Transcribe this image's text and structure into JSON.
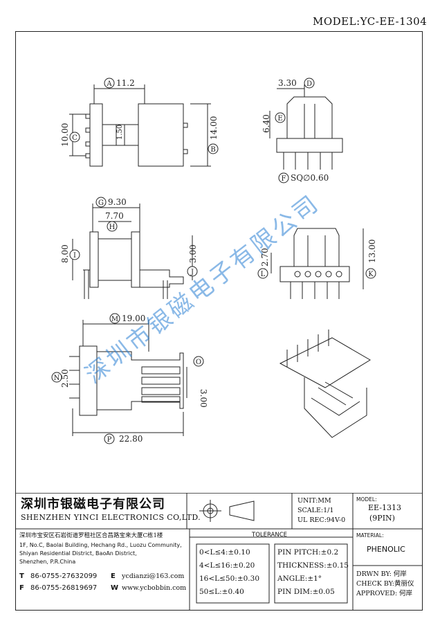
{
  "model_label": "MODEL:YC-EE-1304",
  "watermark": "深圳市银磁电子有限公司",
  "dimensions": {
    "A": "11.2",
    "B": "14.00",
    "C": "10.00",
    "center": "1.50",
    "D": "3.30",
    "E": "6.40",
    "F": "SQ∅0.60",
    "G": "9.30",
    "H": "7.70",
    "I": "8.00",
    "J": "3.00",
    "K": "13.00",
    "L": "2.70",
    "M": "19.00",
    "N": "2.50",
    "O": "3.00",
    "P": "22.80"
  },
  "circle_letters": [
    "A",
    "B",
    "C",
    "D",
    "E",
    "F",
    "G",
    "H",
    "I",
    "J",
    "K",
    "L",
    "M",
    "N",
    "O",
    "P"
  ],
  "company": {
    "name_cn": "深圳市银磁电子有限公司",
    "name_en": "SHENZHEN YINCI ELECTRONICS CO,LTD.",
    "address_cn": "深圳市宝安区石岩街道罗租社区合昌路宝来大厦C栋1楼",
    "address_en_1": "1F, No.C, Baolai Building, Hechang Rd., Luozu Community,",
    "address_en_2": "Shiyan Residential District, BaoAn District,",
    "address_en_3": "Shenzhen, P.R.China",
    "tel_label": "T",
    "tel": "86-0755-27632099",
    "fax_label": "F",
    "fax": "86-0755-26819697",
    "email_label": "E",
    "email": "ycdianzi@163.com",
    "web_label": "W",
    "web": "www.ycbobbin.com"
  },
  "specs": {
    "unit": "UNIT:MM",
    "scale": "SCALE:1/1",
    "ul": "UL REC:94V-0",
    "model_caption": "MODEL:",
    "model": "EE-1313",
    "pins": "(9PIN)",
    "material_caption": "MATERIAL:",
    "material": "PHENOLIC"
  },
  "tolerance": {
    "title": "TOLERANCE",
    "left": [
      "0<L≤4:±0.10",
      "4<L≤16:±0.20",
      "16<L≤50:±0.30",
      "50≤L:±0.40"
    ],
    "right": [
      "PIN PITCH:±0.2",
      "THICKNESS:±0.15",
      "ANGLE:±1°",
      "PIN DIM:±0.05"
    ]
  },
  "signoff": {
    "drawn": "DRWN BY: 何岸",
    "check": "CHECK BY:黄丽仪",
    "approved": "APPROVED: 何岸"
  }
}
